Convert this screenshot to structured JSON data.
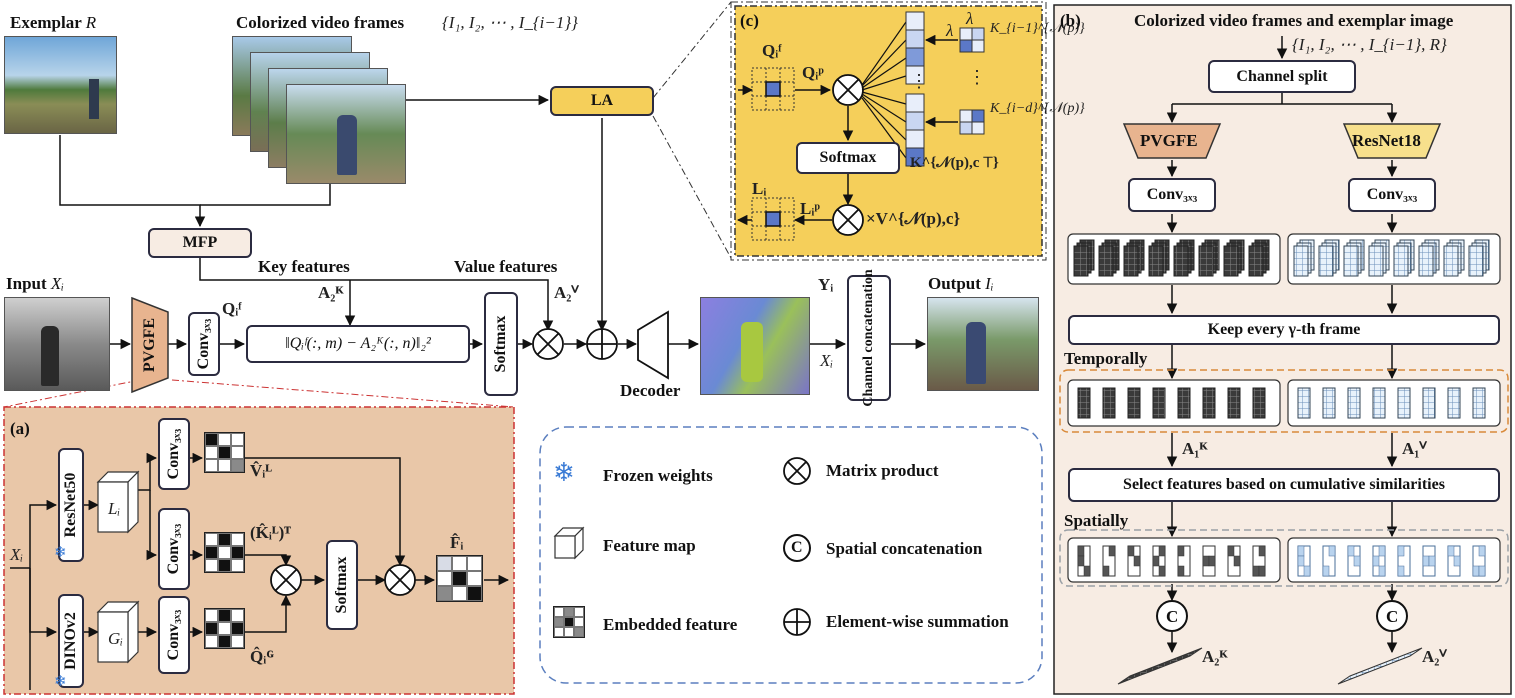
{
  "colors": {
    "panel_a_bg": "#e9c7a8",
    "panel_b_bg": "#f7ece3",
    "panel_c_bg": "#f5cf5a",
    "la_box": "#f5cf5a",
    "pvgfe_fill": "#e8b48f",
    "resnet18_fill": "#f7e08c",
    "mfp_fill": "#f7ece3",
    "legend_border": "#5b7fbf",
    "temporal_dash": "#d98a3a",
    "spatial_dash": "#9aa0a6"
  },
  "main": {
    "exemplar_label": "Exemplar",
    "exemplar_symbol": "R",
    "colorized_label": "Colorized video frames",
    "colorized_set": "{I₁, I₂, ⋯ , I_{i−1}}",
    "mfp": "MFP",
    "la": "LA",
    "key_features": "Key features",
    "value_features": "Value features",
    "a2k": "A₂ᴷ",
    "a2v": "A₂ⱽ",
    "input_label": "Input",
    "input_symbol": "Xᵢ",
    "pvgfe": "PVGFE",
    "conv": "Conv₃ₓ₃",
    "qif": "Qᵢᶠ",
    "distance_formula": "‖Qᵢᶠ(:, m) − A₂ᴷ(:, n)‖₂²",
    "softmax": "Softmax",
    "decoder": "Decoder",
    "yi": "Yᵢ",
    "xi": "Xᵢ",
    "channel_concat": "Channel concatenation",
    "output_label": "Output",
    "output_symbol": "Iᵢ"
  },
  "panel_a": {
    "label": "(a)",
    "xi": "Xᵢ",
    "resnet50": "ResNet50",
    "dinov2": "DINOv2",
    "li": "Lᵢ",
    "gi": "Gᵢ",
    "conv": "Conv₃ₓ₃",
    "vl": "V̂ᵢᴸ",
    "kl": "(K̂ᵢᴸ)ᵀ",
    "qg": "Q̂ᵢᴳ",
    "softmax": "Softmax",
    "fi": "F̂ᵢ"
  },
  "legend": {
    "frozen": "Frozen weights",
    "feature_map": "Feature map",
    "embedded": "Embedded feature",
    "matrix_product": "Matrix product",
    "spatial_concat": "Spatial concatenation",
    "elementwise_sum": "Element-wise summation",
    "c_symbol": "C"
  },
  "panel_c": {
    "label": "(c)",
    "qif": "Qᵢᶠ",
    "qip": "Qᵢᵖ",
    "lambda": "λ",
    "k_top": "K_{i−1}^{𝒩(p)}",
    "k_bottom": "K_{i−d}^{𝒩(p)}",
    "softmax": "Softmax",
    "k_transpose": "K^{𝒩(p),c ⊤}",
    "li": "Lᵢ",
    "lip": "Lᵢᵖ",
    "times_v": "×V^{𝒩(p),c}",
    "dots": "⋮"
  },
  "panel_b": {
    "label": "(b)",
    "title": "Colorized video frames and exemplar image",
    "set": "{I₁, I₂, ⋯ , I_{i−1}, R}",
    "channel_split": "Channel split",
    "pvgfe": "PVGFE",
    "resnet18": "ResNet18",
    "conv": "Conv₃ₓ₃",
    "keep": "Keep every γ-th frame",
    "temporally": "Temporally",
    "a1k": "A₁ᴷ",
    "a1v": "A₁ⱽ",
    "select": "Select features based on cumulative similarities",
    "spatially": "Spatially",
    "c_symbol": "C",
    "a2k": "A₂ᴷ",
    "a2v": "A₂ⱽ"
  }
}
